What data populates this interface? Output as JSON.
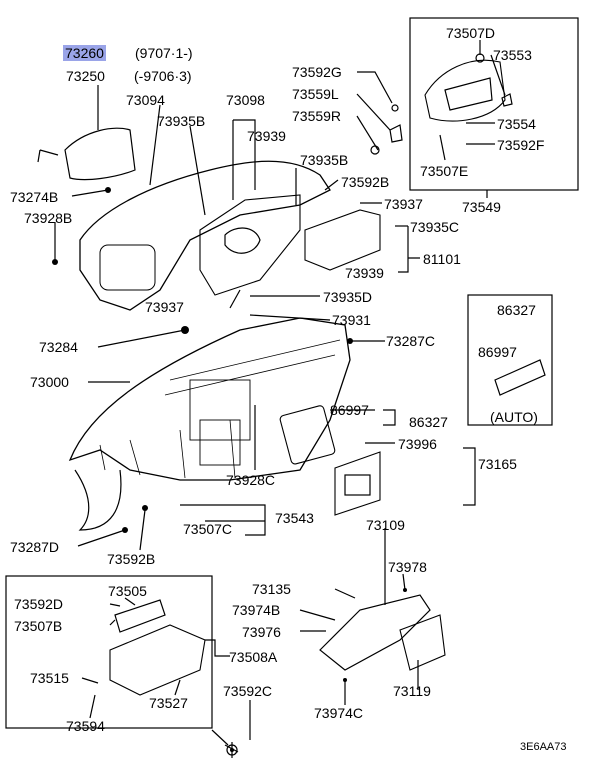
{
  "title_block": {
    "highlighted_part": "73260",
    "highlighted_note": "(9707·1-)",
    "alt_part": "73250",
    "alt_note": "(-9706·3)"
  },
  "callouts": [
    {
      "id": "c73094",
      "text": "73094"
    },
    {
      "id": "c73098",
      "text": "73098"
    },
    {
      "id": "c73935B_a",
      "text": "73935B"
    },
    {
      "id": "c73939_a",
      "text": "73939"
    },
    {
      "id": "c73592G",
      "text": "73592G"
    },
    {
      "id": "c73559L",
      "text": "73559L"
    },
    {
      "id": "c73559R",
      "text": "73559R"
    },
    {
      "id": "c73507D",
      "text": "73507D"
    },
    {
      "id": "c73553",
      "text": "73553"
    },
    {
      "id": "c73554",
      "text": "73554"
    },
    {
      "id": "c73592F",
      "text": "73592F"
    },
    {
      "id": "c73507E",
      "text": "73507E"
    },
    {
      "id": "c73549",
      "text": "73549"
    },
    {
      "id": "c73935B_b",
      "text": "73935B"
    },
    {
      "id": "c73592B_a",
      "text": "73592B"
    },
    {
      "id": "c73937_a",
      "text": "73937"
    },
    {
      "id": "c73935C",
      "text": "73935C"
    },
    {
      "id": "c81101",
      "text": "81101"
    },
    {
      "id": "c73939_b",
      "text": "73939"
    },
    {
      "id": "c73274B",
      "text": "73274B"
    },
    {
      "id": "c73928B",
      "text": "73928B"
    },
    {
      "id": "c73937_b",
      "text": "73937"
    },
    {
      "id": "c73935D",
      "text": "73935D"
    },
    {
      "id": "c73931",
      "text": "73931"
    },
    {
      "id": "c73284",
      "text": "73284"
    },
    {
      "id": "c73287C",
      "text": "73287C"
    },
    {
      "id": "c73000",
      "text": "73000"
    },
    {
      "id": "c86327_a",
      "text": "86327"
    },
    {
      "id": "c86997_a",
      "text": "86997"
    },
    {
      "id": "c_auto",
      "text": "(AUTO)"
    },
    {
      "id": "c86997_b",
      "text": "86997"
    },
    {
      "id": "c86327_b",
      "text": "86327"
    },
    {
      "id": "c73996",
      "text": "73996"
    },
    {
      "id": "c73165",
      "text": "73165"
    },
    {
      "id": "c73928C",
      "text": "73928C"
    },
    {
      "id": "c73543",
      "text": "73543"
    },
    {
      "id": "c73507C",
      "text": "73507C"
    },
    {
      "id": "c73287D",
      "text": "73287D"
    },
    {
      "id": "c73592B_b",
      "text": "73592B"
    },
    {
      "id": "c73109",
      "text": "73109"
    },
    {
      "id": "c73978",
      "text": "73978"
    },
    {
      "id": "c73135",
      "text": "73135"
    },
    {
      "id": "c73974B",
      "text": "73974B"
    },
    {
      "id": "c73976",
      "text": "73976"
    },
    {
      "id": "c73119",
      "text": "73119"
    },
    {
      "id": "c73974C",
      "text": "73974C"
    },
    {
      "id": "c73592D",
      "text": "73592D"
    },
    {
      "id": "c73505",
      "text": "73505"
    },
    {
      "id": "c73507B",
      "text": "73507B"
    },
    {
      "id": "c73508A",
      "text": "73508A"
    },
    {
      "id": "c73515",
      "text": "73515"
    },
    {
      "id": "c73527",
      "text": "73527"
    },
    {
      "id": "c73594",
      "text": "73594"
    },
    {
      "id": "c73592C",
      "text": "73592C"
    }
  ],
  "diagram_code": "3E6AA73"
}
